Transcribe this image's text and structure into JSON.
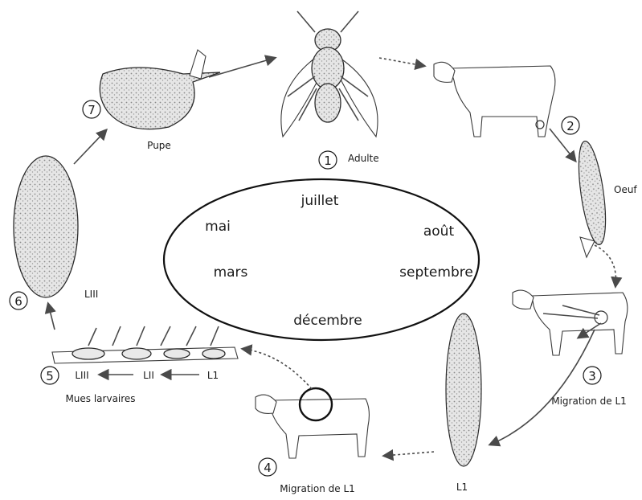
{
  "months": {
    "juillet": "juillet",
    "mai": "mai",
    "aout": "août",
    "mars": "mars",
    "septembre": "septembre",
    "decembre": "décembre"
  },
  "stages": {
    "adulte": {
      "num": "1",
      "label": "Adulte"
    },
    "oeuf": {
      "num": "2",
      "label": "Oeuf"
    },
    "migration_l1_cow": {
      "num": "3",
      "label": "Migration de L1"
    },
    "migration_l1_back": {
      "num": "4",
      "label": "Migration de L1"
    },
    "l1_larva": {
      "label": "L1"
    },
    "mues": {
      "num": "5",
      "label": "Mues larvaires",
      "l1": "L1",
      "lii": "LII",
      "liii": "LIII"
    },
    "liii": {
      "num": "6",
      "label": "LIII"
    },
    "pupe": {
      "num": "7",
      "label": "Pupe"
    }
  }
}
